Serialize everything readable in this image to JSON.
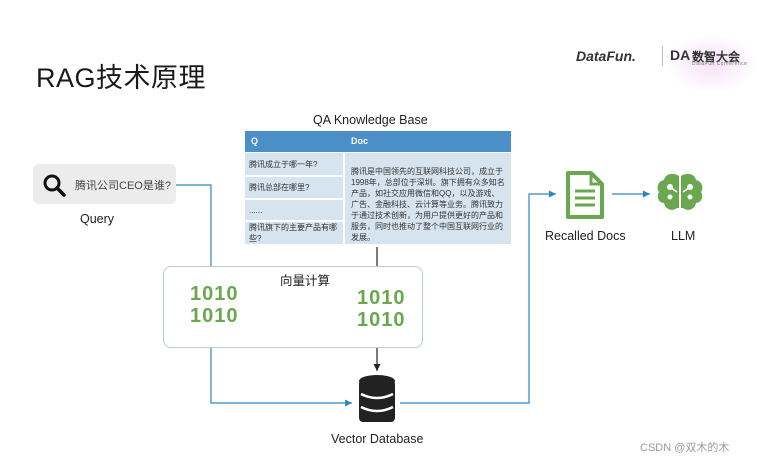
{
  "slide": {
    "title": "RAG技术原理"
  },
  "logos": {
    "datafun": "DataFun.",
    "conf_mark": "DA",
    "conf_name": "数智大会",
    "conf_sub": "DataFun Conference"
  },
  "query": {
    "text": "腾讯公司CEO是谁?",
    "label": "Query"
  },
  "knowledge_base": {
    "title": "QA Knowledge Base",
    "headers": {
      "q": "Q",
      "doc": "Doc"
    },
    "questions": [
      "腾讯成立于哪一年?",
      "腾讯总部在哪里?",
      "......",
      "腾讯旗下的主要产品有哪些?"
    ],
    "doc": "腾讯是中国领先的互联网科技公司，成立于1998年，总部位于深圳。旗下拥有众多知名产品，如社交应用微信和QQ，以及游戏、广告、金融科技、云计算等业务。腾讯致力于通过技术创新，为用户提供更好的产品和服务，同时也推动了整个中国互联网行业的发展。"
  },
  "vector": {
    "label": "向量计算",
    "bits_line1": "1010",
    "bits_line2": "1010"
  },
  "vector_db": {
    "label": "Vector Database"
  },
  "recalled_docs": {
    "label": "Recalled Docs"
  },
  "llm": {
    "label": "LLM"
  },
  "watermark": "CSDN @双木的木",
  "colors": {
    "arrow_blue": "#2e86c1",
    "arrow_dark": "#222222",
    "header_blue": "#4a8fc7",
    "cell_bg": "#d6e4f0",
    "green": "#6aa84f"
  }
}
